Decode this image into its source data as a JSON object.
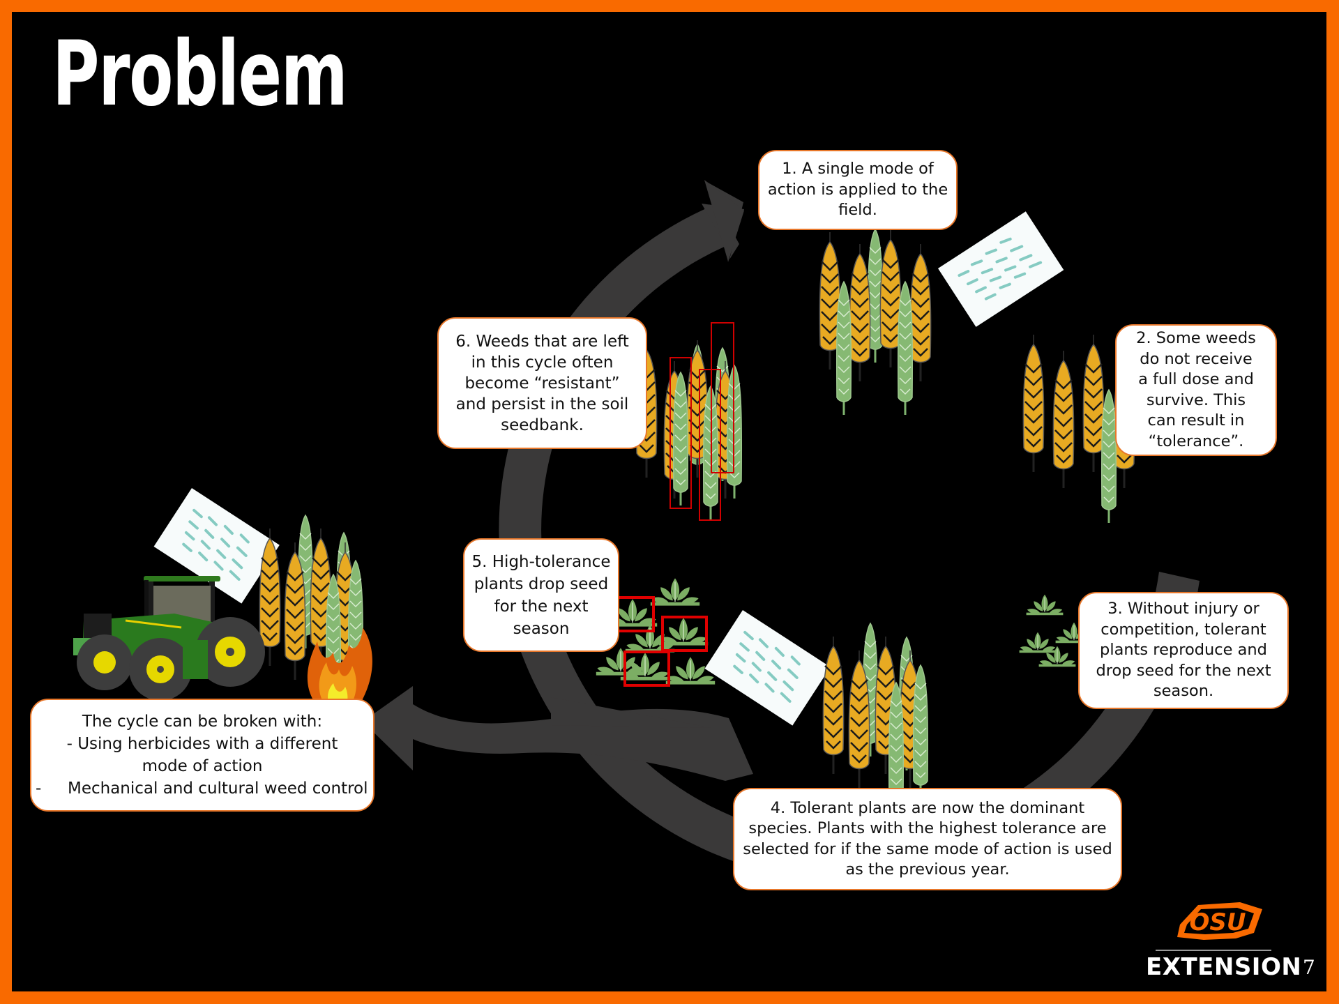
{
  "slide": {
    "title": "Problem",
    "page_number": "7",
    "colors": {
      "frame": "#f96a00",
      "background": "#000000",
      "ring": "#3a3939",
      "callout_border": "#e8772a",
      "highlight": "#e00000"
    }
  },
  "cycle_steps": [
    {
      "number": 1,
      "lines": [
        "1. A single mode of",
        "action is applied to the",
        "field."
      ]
    },
    {
      "number": 2,
      "lines": [
        "2. Some weeds",
        "do not receive",
        "a full dose and",
        "survive. This",
        "can result in",
        "“tolerance”."
      ]
    },
    {
      "number": 3,
      "lines": [
        "3. Without injury or",
        "competition, tolerant",
        "plants reproduce and",
        "drop seed for the next",
        "season."
      ]
    },
    {
      "number": 4,
      "lines": [
        "4. Tolerant plants are now the dominant",
        "species. Plants with the highest tolerance are",
        "selected for if the same mode of action is used",
        "as the previous year."
      ]
    },
    {
      "number": 5,
      "lines": [
        "5. High-tolerance",
        "plants drop seed",
        "for the next",
        "season"
      ]
    },
    {
      "number": 6,
      "lines": [
        "6. Weeds that are left",
        "in this cycle often",
        "become “resistant”",
        "and persist in the soil",
        "seedbank."
      ]
    }
  ],
  "break_cycle": {
    "heading": "The cycle can be broken with:",
    "lines": [
      "- Using herbicides with a different",
      "mode of action"
    ],
    "bullet": {
      "marker": "-",
      "text": "Mechanical and cultural weed control"
    }
  },
  "logo": {
    "monogram": "OSU",
    "label": "EXTENSION"
  },
  "icons": [
    "cycle-arrow-icon",
    "branch-arrow-icon",
    "wheat-icon",
    "weed-icon",
    "spray-icon",
    "tractor-icon",
    "fire-icon",
    "osu-logo-icon"
  ]
}
